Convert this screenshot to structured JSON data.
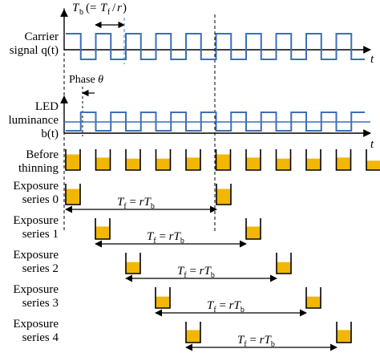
{
  "header": {
    "period_formula": "T_b (= T_f / r)",
    "phase_label": "Phase θ"
  },
  "signals": [
    {
      "label_lines": [
        "Carrier",
        "signal q(t)"
      ],
      "axis_var": "t",
      "color": "#3d6fb6"
    },
    {
      "label_lines": [
        "LED",
        "luminance",
        "b(t)"
      ],
      "axis_var": "t",
      "color": "#3d6fb6"
    }
  ],
  "before_thinning": {
    "label_lines": [
      "Before",
      "thinning"
    ],
    "bucket_fill_levels": [
      0.75,
      0.6,
      0.55,
      0.55,
      0.6,
      0.75,
      0.6,
      0.55,
      0.55,
      0.6,
      0.45
    ]
  },
  "exposure_series": [
    {
      "label_lines": [
        "Exposure",
        "series 0"
      ],
      "fill_levels": [
        0.75,
        0.75
      ],
      "interval_label": "T_f = rT_b"
    },
    {
      "label_lines": [
        "Exposure",
        "series 1"
      ],
      "fill_levels": [
        0.6,
        0.6
      ],
      "interval_label": "T_f = rT_b"
    },
    {
      "label_lines": [
        "Exposure",
        "series 2"
      ],
      "fill_levels": [
        0.55,
        0.55
      ],
      "interval_label": "T_f = rT_b"
    },
    {
      "label_lines": [
        "Exposure",
        "series 3"
      ],
      "fill_levels": [
        0.55,
        0.55
      ],
      "interval_label": "T_f = rT_b"
    },
    {
      "label_lines": [
        "Exposure",
        "series 4"
      ],
      "fill_levels": [
        0.6,
        0.6
      ],
      "interval_label": "T_f = rT_b"
    }
  ],
  "colors": {
    "signal": "#3d6fb6",
    "bucket_fill": "#f2b705",
    "dashed_marker": "#4a8fd8"
  }
}
